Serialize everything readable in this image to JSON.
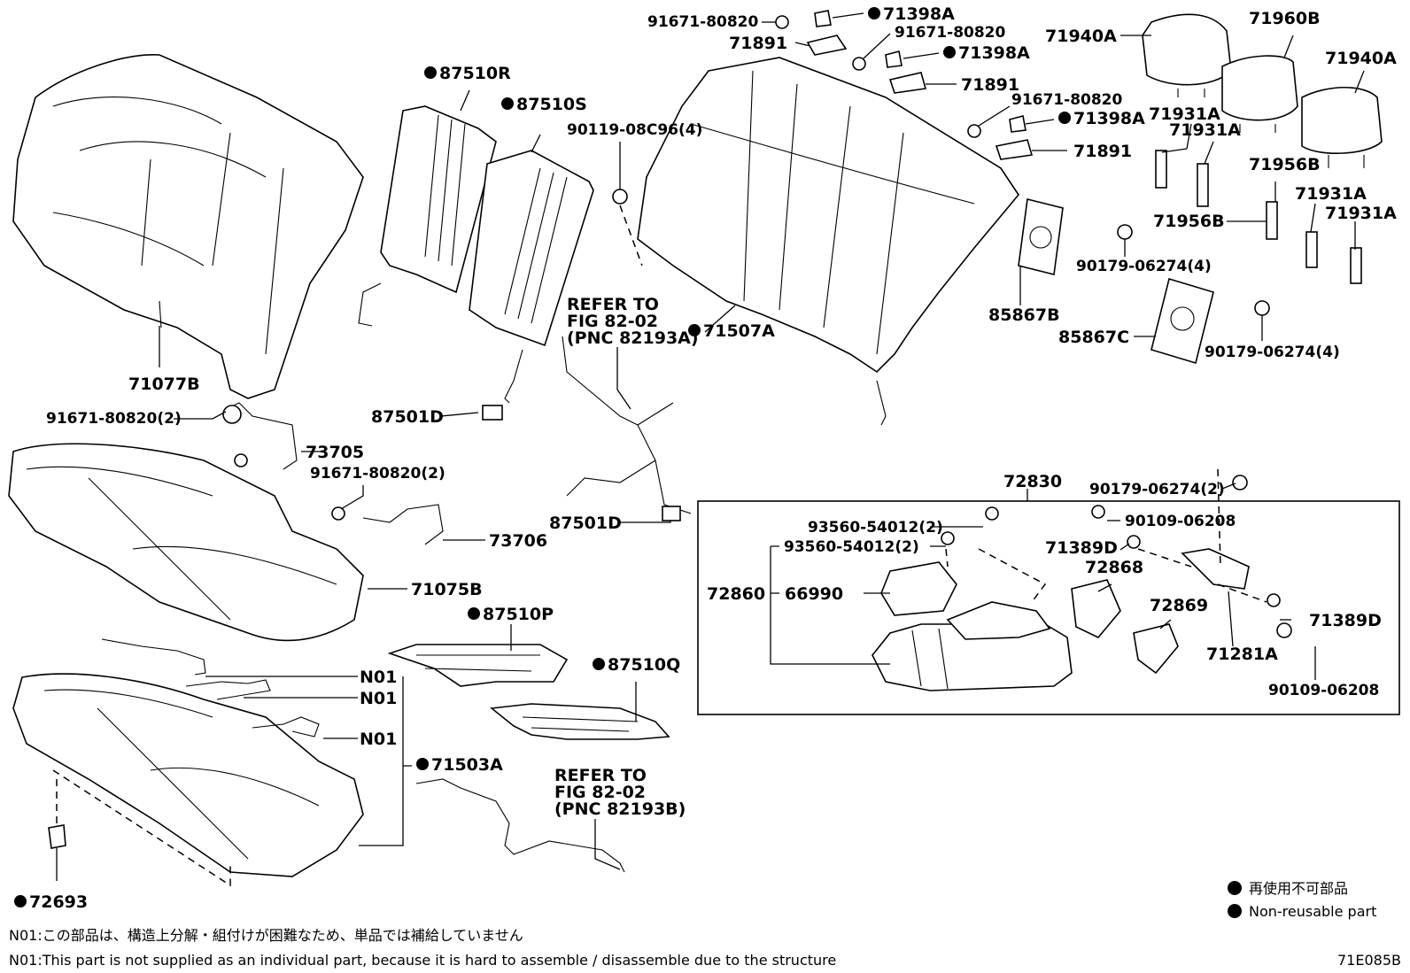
{
  "diagram_id": "71E085B",
  "labels": {
    "p71077B": "71077B",
    "p87510R": "87510R",
    "p87510S": "87510S",
    "p90119": "90119-08C96(4)",
    "p91671_a": "91671-80820",
    "p71398A_a": "71398A",
    "p71891_a": "71891",
    "p91671_b": "91671-80820",
    "p71398A_b": "71398A",
    "p71891_b": "71891",
    "p91671_c": "91671-80820",
    "p71398A_c": "71398A",
    "p71891_c": "71891",
    "p71940A_a": "71940A",
    "p71960B": "71960B",
    "p71940A_b": "71940A",
    "p71931A_a": "71931A",
    "p71931A_b": "71931A",
    "p71956B_a": "71956B",
    "p71956B_b": "71956B",
    "p71931A_c": "71931A",
    "p71931A_d": "71931A",
    "refer_a_1": "REFER TO",
    "refer_a_2": "FIG 82-02",
    "refer_a_3": "(PNC 82193A)",
    "p71507A": "71507A",
    "p85867B": "85867B",
    "p90179_a": "90179-06274(4)",
    "p85867C": "85867C",
    "p90179_b": "90179-06274(4)",
    "p87501D_a": "87501D",
    "p87501D_b": "87501D",
    "p91671_d": "91671-80820(2)",
    "p73705": "73705",
    "p91671_e": "91671-80820(2)",
    "p73706": "73706",
    "p71075B": "71075B",
    "p72830": "72830",
    "p90179_c": "90179-06274(2)",
    "p93560_a": "93560-54012(2)",
    "p90109_a": "90109-06208",
    "p93560_b": "93560-54012(2)",
    "p71389D_a": "71389D",
    "p72868": "72868",
    "p72860": "72860",
    "p66990": "66990",
    "p72869": "72869",
    "p71389D_b": "71389D",
    "p71281A": "71281A",
    "p90109_b": "90109-06208",
    "p87510P": "87510P",
    "p87510Q": "87510Q",
    "n01_a": "N01",
    "n01_b": "N01",
    "n01_c": "N01",
    "p71503A": "71503A",
    "refer_b_1": "REFER TO",
    "refer_b_2": "FIG 82-02",
    "refer_b_3": "(PNC 82193B)",
    "p72693": "72693"
  },
  "legend": {
    "jp": "再使用不可部品",
    "en": "Non-reusable part"
  },
  "notes": {
    "jp": "N01:この部品は、構造上分解・組付けが困難なため、単品では補給していません",
    "en": "N01:This part is not supplied as an individual part, because it is hard to assemble / disassemble due to the structure"
  }
}
